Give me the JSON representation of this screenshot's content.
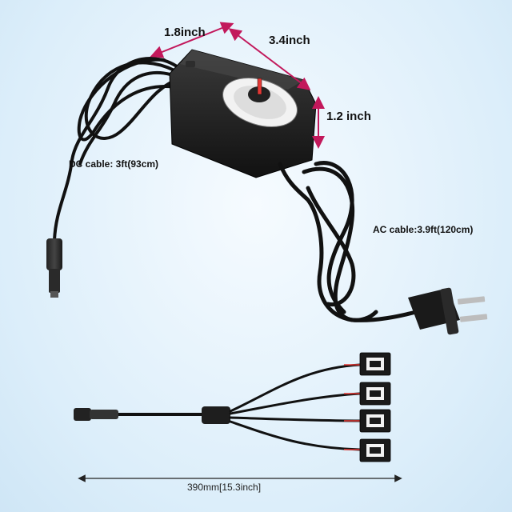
{
  "labels": {
    "depth": "1.8inch",
    "length": "3.4inch",
    "height": "1.2 inch",
    "dc_cable": "DC cable: 3ft(93cm)",
    "ac_cable": "AC cable:3.9ft(120cm)",
    "splitter_length": "390mm[15.3inch]"
  },
  "colors": {
    "background": "#d9ecf8",
    "dimension_arrow": "#c2185b",
    "cable": "#111111",
    "adapter_body": "#1b1b1b",
    "knob_accent": "#e53935"
  }
}
